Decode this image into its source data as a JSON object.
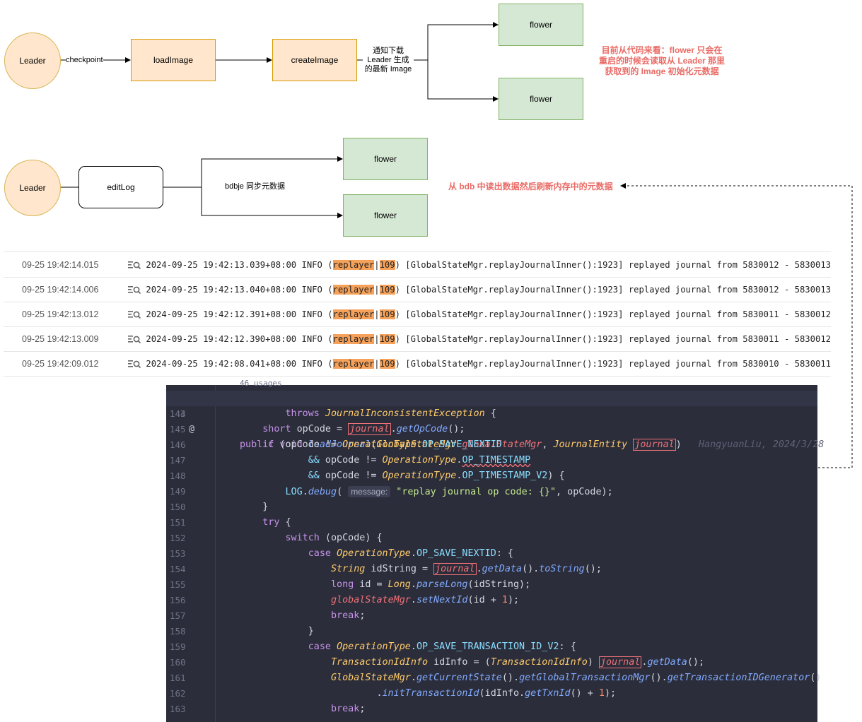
{
  "diagram_top": {
    "leader": "Leader",
    "edge_checkpoint": "checkpoint",
    "load_image": "loadImage",
    "create_image": "createImage",
    "edge_notify": [
      "通知下载",
      "Leader 生成",
      "的最新 Image"
    ],
    "flower_1": "flower",
    "flower_2": "flower",
    "note": [
      "目前从代码来看：flower 只会在",
      "重启的时候会读取从 Leader 那里",
      "获取到的 Image 初始化元数据"
    ]
  },
  "diagram_bottom": {
    "leader": "Leader",
    "edit_log": "editLog",
    "edge_label": "bdbje 同步元数据",
    "flower_1": "flower",
    "flower_2": "flower",
    "note": "从 bdb 中读出数据然后刷新内存中的元数据"
  },
  "log_rows": [
    {
      "time": "09-25 19:42:14.015",
      "ts": "2024-09-25 19:42:13.039+08:00",
      "level": "INFO",
      "thread": "replayer",
      "tid": "109",
      "loc": "[GlobalStateMgr.replayJournalInner():1923]",
      "msg": "replayed journal from 5830012 - 5830013"
    },
    {
      "time": "09-25 19:42:14.006",
      "ts": "2024-09-25 19:42:13.040+08:00",
      "level": "INFO",
      "thread": "replayer",
      "tid": "109",
      "loc": "[GlobalStateMgr.replayJournalInner():1923]",
      "msg": "replayed journal from 5830012 - 5830013"
    },
    {
      "time": "09-25 19:42:13.012",
      "ts": "2024-09-25 19:42:12.391+08:00",
      "level": "INFO",
      "thread": "replayer",
      "tid": "109",
      "loc": "[GlobalStateMgr.replayJournalInner():1923]",
      "msg": "replayed journal from 5830011 - 5830012"
    },
    {
      "time": "09-25 19:42:13.009",
      "ts": "2024-09-25 19:42:12.390+08:00",
      "level": "INFO",
      "thread": "replayer",
      "tid": "109",
      "loc": "[GlobalStateMgr.replayJournalInner():1923]",
      "msg": "replayed journal from 5830011 - 5830012"
    },
    {
      "time": "09-25 19:42:09.012",
      "ts": "2024-09-25 19:42:08.041+08:00",
      "level": "INFO",
      "thread": "replayer",
      "tid": "109",
      "loc": "[GlobalStateMgr.replayJournalInner():1923]",
      "msg": "replayed journal from 5830010 - 5830011"
    }
  ],
  "code": {
    "usages": "46 usages",
    "author_hint": "HangyuanLiu, 2024/3/28",
    "param_hint": "message:",
    "line_numbers": [
      "143",
      "144",
      "145",
      "146",
      "147",
      "148",
      "149",
      "150",
      "151",
      "152",
      "153",
      "154",
      "155",
      "156",
      "157",
      "158",
      "159",
      "160",
      "161",
      "162",
      "163"
    ]
  },
  "colors": {
    "orange_fill": "#ffe6cc",
    "green_fill": "#d5e8d4",
    "note_red": "#ea6b66",
    "code_bg": "#2b2d3a",
    "log_highlight": "#f5a15a"
  }
}
